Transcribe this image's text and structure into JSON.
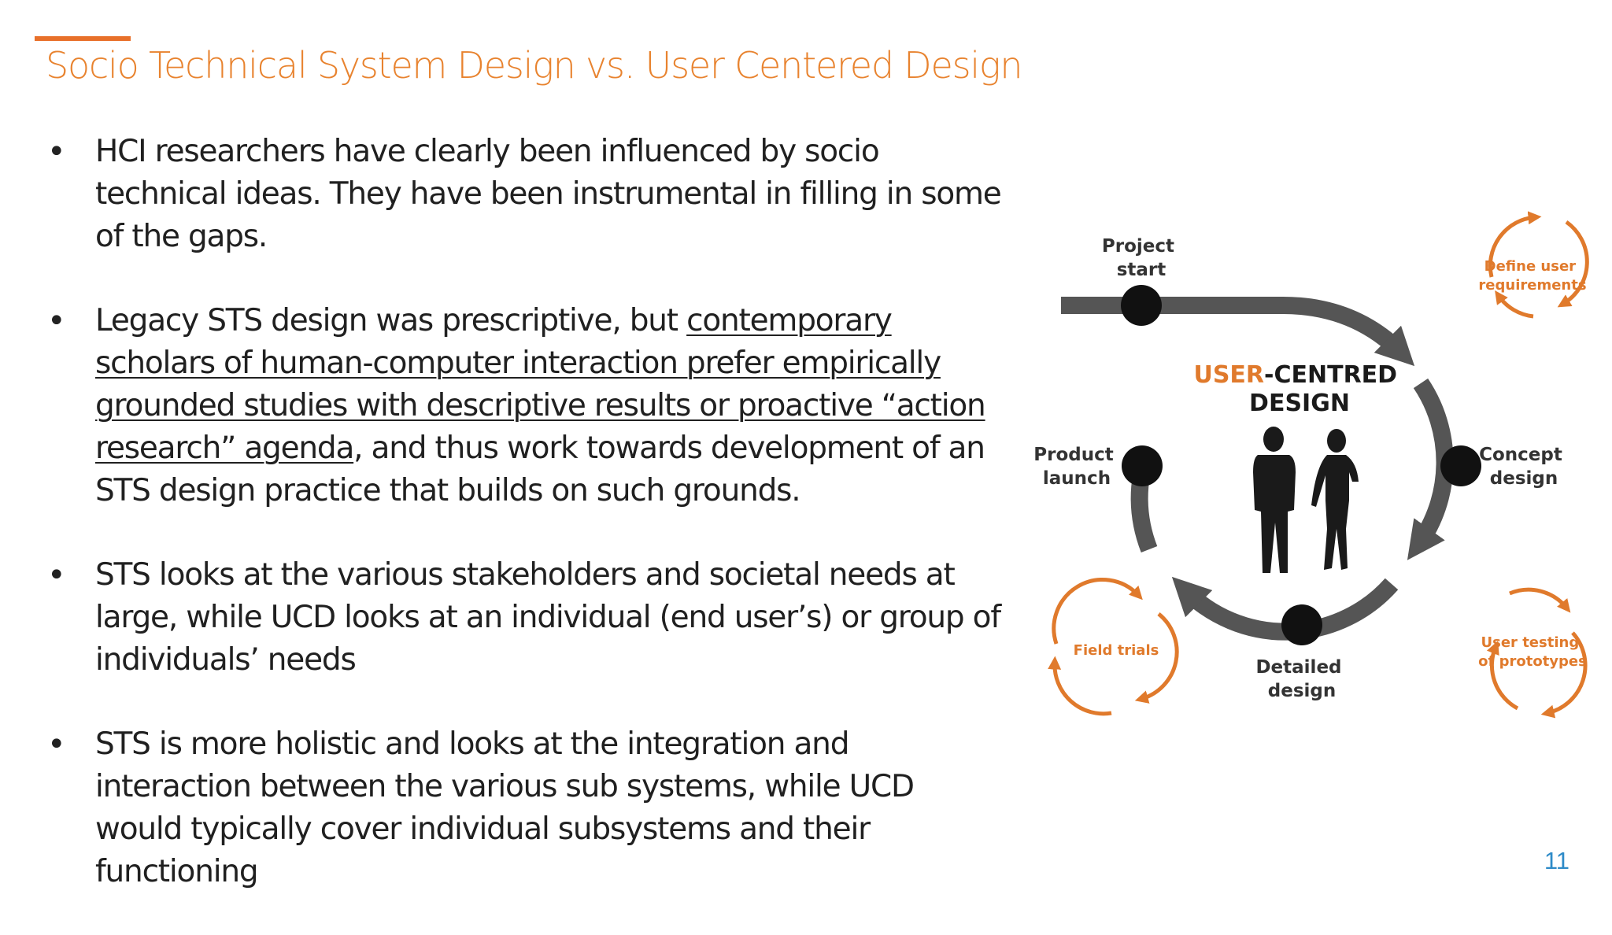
{
  "title": "Socio Technical System Design vs. User Centered Design",
  "accent_color": "#e8702a",
  "bullets": [
    {
      "segments": [
        {
          "text": "HCI researchers have clearly been influenced by socio technical ideas. They have been instrumental in filling in some of the gaps.",
          "underline": false
        }
      ]
    },
    {
      "segments": [
        {
          "text": "Legacy STS design was prescriptive, but ",
          "underline": false
        },
        {
          "text": "contemporary scholars of human-computer interaction prefer empirically grounded studies with descriptive results or proactive “action research” agenda",
          "underline": true
        },
        {
          "text": ", and thus work towards development of an STS design practice that builds on such grounds.",
          "underline": false
        }
      ]
    },
    {
      "segments": [
        {
          "text": "STS looks at the various stakeholders and societal needs at large, while UCD looks at an individual (end user’s) or group of individuals’ needs",
          "underline": false
        }
      ]
    },
    {
      "segments": [
        {
          "text": "STS is more holistic and looks at the integration and interaction between the various sub systems, while UCD would typically cover individual subsystems and their functioning",
          "underline": false
        }
      ]
    }
  ],
  "diagram": {
    "center_title_accent": "USER",
    "center_title_rest": "-CENTRED",
    "center_title_line2": "DESIGN",
    "stages": {
      "project_start": [
        "Project",
        "start"
      ],
      "concept_design": [
        "Concept",
        "design"
      ],
      "detailed_design": [
        "Detailed",
        "design"
      ],
      "product_launch": [
        "Product",
        "launch"
      ]
    },
    "loops": {
      "define_user_requirements": [
        "Define user",
        "requirements"
      ],
      "user_testing": [
        "User testing",
        "of prototypes"
      ],
      "field_trials": [
        "Field trials"
      ]
    },
    "colors": {
      "ring": "#555555",
      "node": "#111111",
      "loop": "#e07a2c",
      "label": "#333333"
    }
  },
  "page_number": "11"
}
